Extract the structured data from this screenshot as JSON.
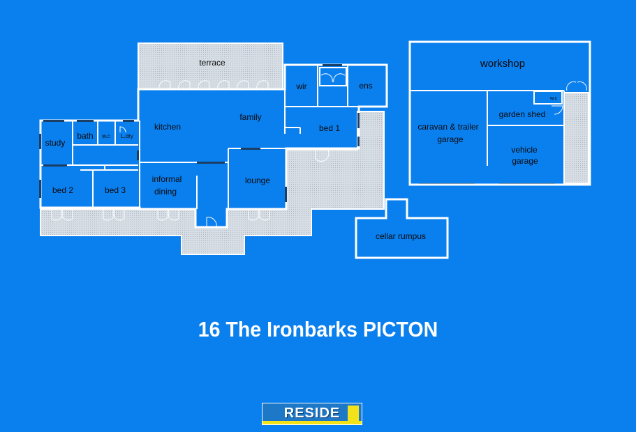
{
  "rooms": {
    "terrace": "terrace",
    "wir": "wir",
    "ens": "ens",
    "kitchen": "kitchen",
    "family": "family",
    "bed1": "bed 1",
    "study": "study",
    "bath": "bath",
    "wc": "w.c",
    "ldry": "L.dry",
    "bed2": "bed 2",
    "bed3": "bed 3",
    "informal_line1": "informal",
    "informal_line2": "dining",
    "lounge": "lounge",
    "cellar": "cellar rumpus",
    "workshop": "workshop",
    "caravan_line1": "caravan & trailer",
    "caravan_line2": "garage",
    "garden_shed": "garden shed",
    "shed_wc": "w.c",
    "vehicle_line1": "vehicle",
    "vehicle_line2": "garage"
  },
  "address": "16 The Ironbarks PICTON",
  "logo": {
    "text": "RESIDE"
  },
  "colors": {
    "background": "#0a7fee",
    "wall": "#ffffff",
    "deck": "#cfd8e0",
    "logo_accent": "#f2e21a"
  }
}
